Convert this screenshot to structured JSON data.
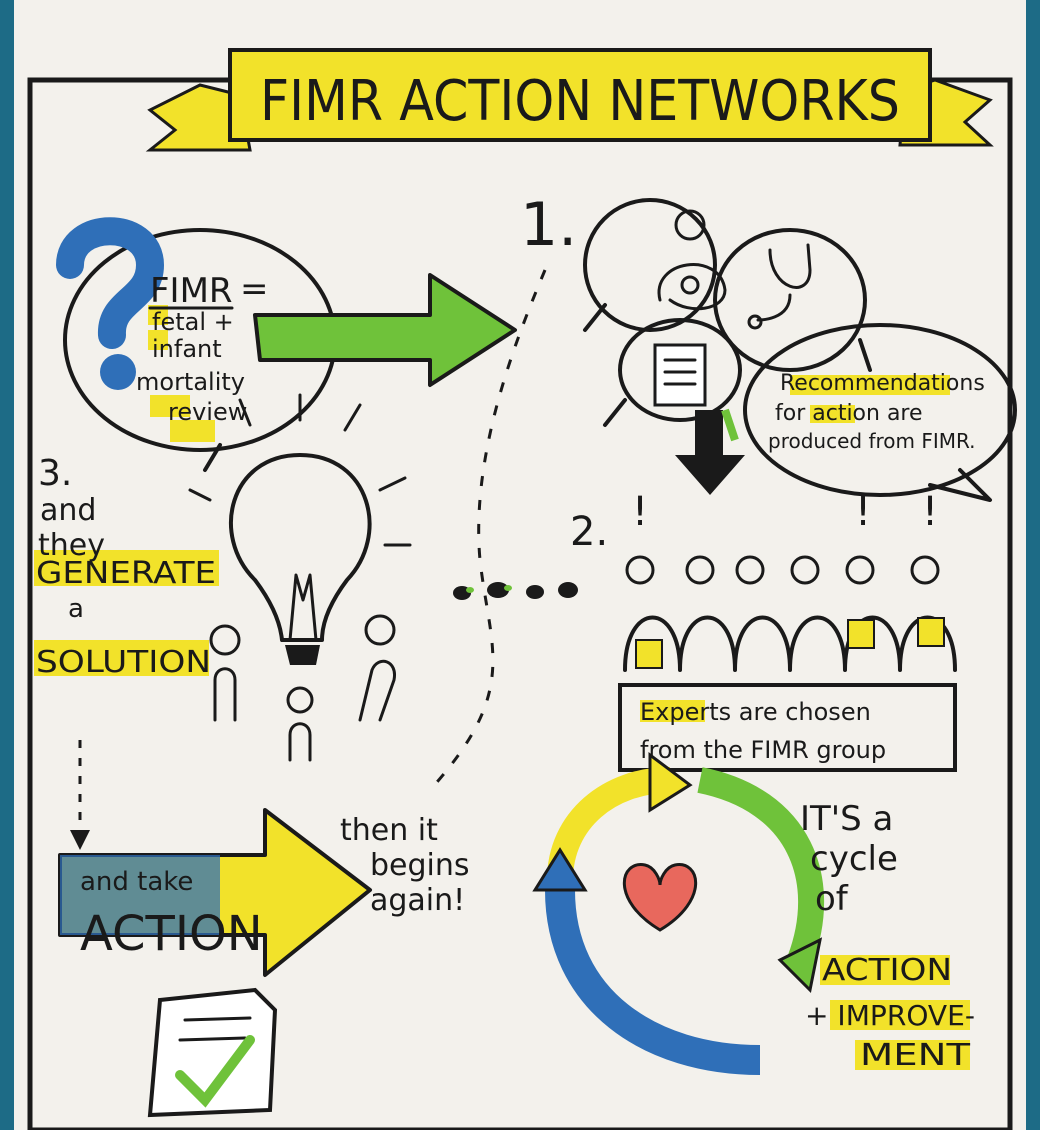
{
  "banner": {
    "title": "FIMR ACTION NETWORKS"
  },
  "step1": {
    "number": "1.",
    "callout": [
      "Recommendations",
      "for action are",
      "produced from FIMR."
    ]
  },
  "definition": {
    "term": "FIMR",
    "equals": "=",
    "lines": [
      "fetal +",
      "infant",
      "mortality",
      "review"
    ]
  },
  "step2": {
    "number": "2.",
    "marks": [
      "!",
      "!",
      "!"
    ],
    "caption": [
      "Experts are chosen",
      "from the FIMR group"
    ]
  },
  "step3": {
    "number": "3.",
    "lines": [
      "and",
      "they",
      "GENERATE",
      "a",
      "SOLUTION"
    ]
  },
  "action": {
    "small": "and take",
    "big": "ACTION"
  },
  "restart": [
    "then it",
    "begins",
    "again!"
  ],
  "cycle": [
    "IT'S a",
    "cycle",
    "of",
    "ACTION",
    "+ IMPROVE-",
    "MENT"
  ],
  "colors": {
    "paper": "#f3f1ec",
    "highlight": "#f2e22a",
    "green": "#6fc23a",
    "blue": "#2f6fb8",
    "heart": "#e8685d",
    "backdrop": "#1d6b86"
  },
  "icons": [
    "question-mark-icon",
    "nursing-mother-icon",
    "stethoscope-icon",
    "document-icon",
    "lightbulb-icon",
    "heart-icon",
    "checklist-icon"
  ]
}
